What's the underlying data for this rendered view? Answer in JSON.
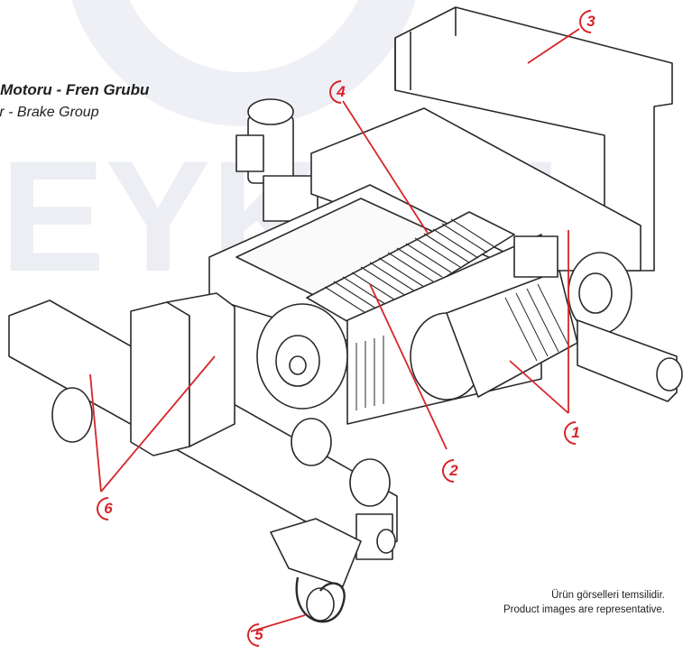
{
  "title": {
    "line1": "a Motoru - Fren Grubu",
    "line2": "tor - Brake Group"
  },
  "watermark": "EYKON",
  "callouts": [
    "1",
    "2",
    "3",
    "4",
    "5",
    "6"
  ],
  "disclaimer": {
    "tr": "Ürün görselleri temsilidir.",
    "en": "Product images are representative."
  },
  "colors": {
    "accent": "#d6262b",
    "watermark": "#eaecf3",
    "line": "#2a2a2a"
  }
}
